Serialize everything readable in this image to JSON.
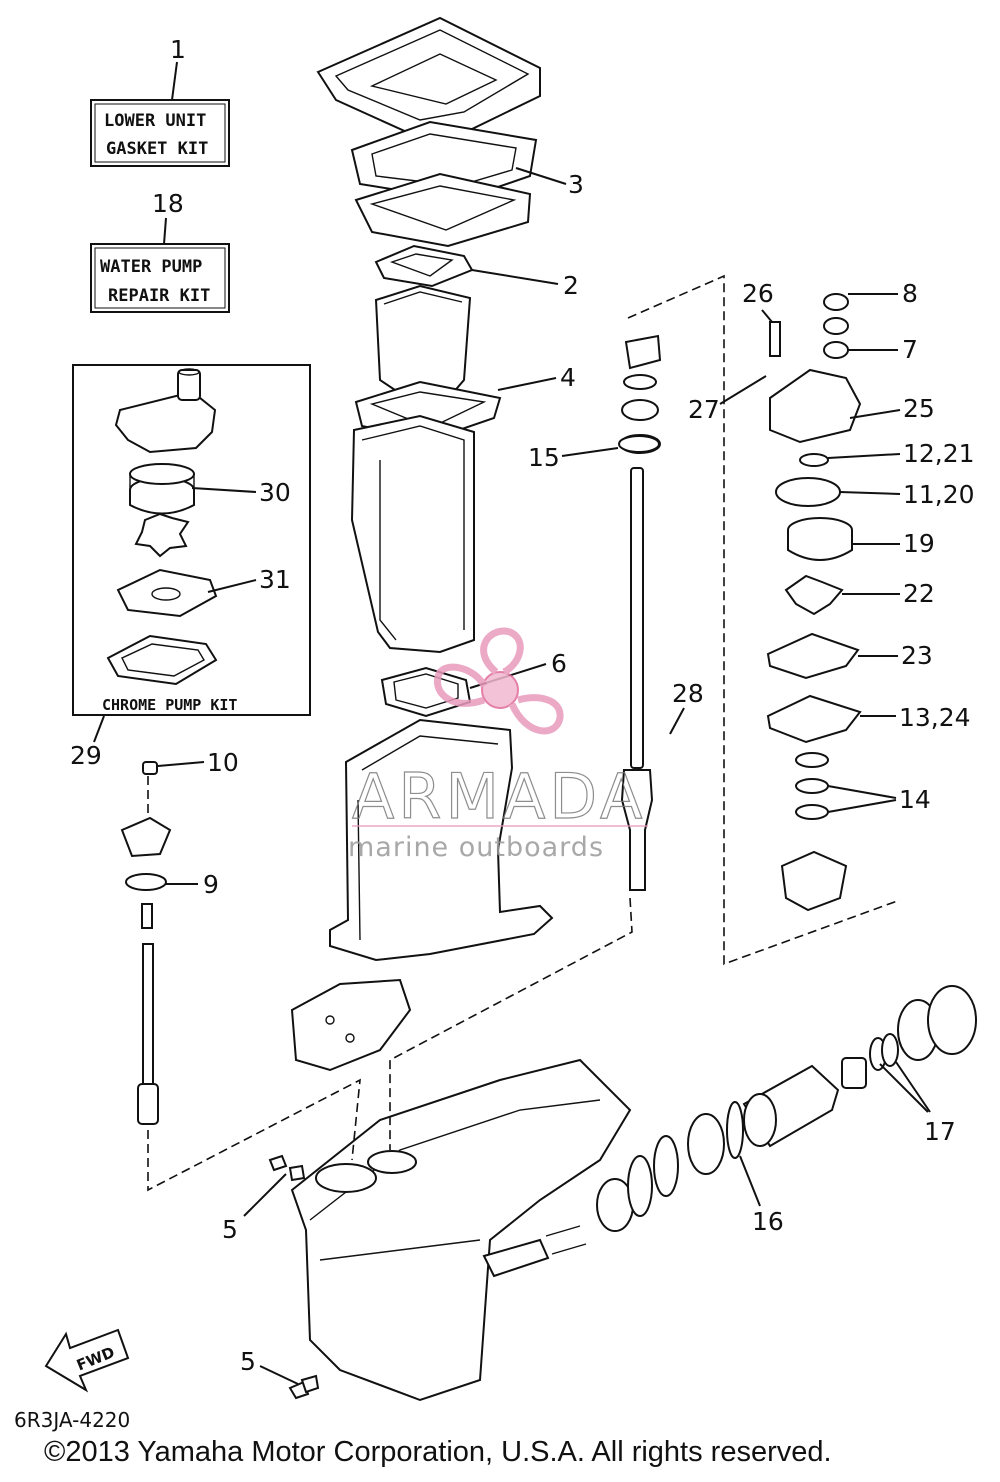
{
  "kits": {
    "lower_unit": {
      "number": "1",
      "line1": "LOWER UNIT",
      "line2": "GASKET KIT"
    },
    "water_pump": {
      "number": "18",
      "line1": "WATER PUMP",
      "line2": "REPAIR KIT"
    },
    "chrome_pump": {
      "number": "29",
      "label": "CHROME PUMP KIT"
    }
  },
  "callouts": {
    "c2": "2",
    "c3": "3",
    "c4": "4",
    "c5a": "5",
    "c5b": "5",
    "c6": "6",
    "c7": "7",
    "c8": "8",
    "c9": "9",
    "c10": "10",
    "c11": "11,20",
    "c12": "12,21",
    "c13": "13,24",
    "c14": "14",
    "c15": "15",
    "c16": "16",
    "c17": "17",
    "c19": "19",
    "c22": "22",
    "c23": "23",
    "c25": "25",
    "c26": "26",
    "c27": "27",
    "c28": "28",
    "c30": "30",
    "c31": "31"
  },
  "fwd_label": "FWD",
  "watermark": {
    "brand": "ARMADA",
    "tagline": "marine outboards"
  },
  "diagram_code": "6R3JA-4220",
  "copyright": "©2013 Yamaha Motor Corporation, U.S.A. All rights reserved."
}
